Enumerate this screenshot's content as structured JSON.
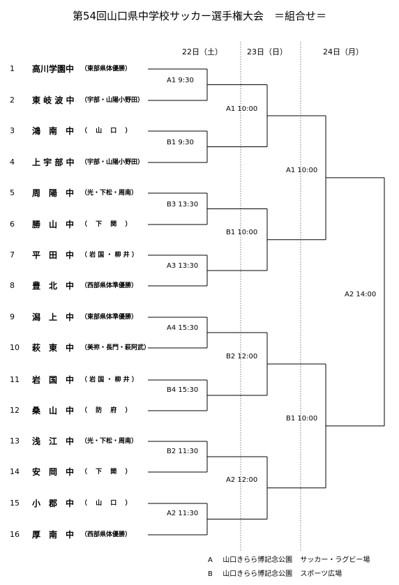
{
  "title": "第54回山口県中学校サッカー選手権大会　＝組合せ＝",
  "days": [
    "22日（土）",
    "23日（日）",
    "24日（月）"
  ],
  "teams": [
    {
      "num": "1",
      "name": "高川学園中",
      "region": "（東部県体優勝）"
    },
    {
      "num": "2",
      "name": "東 岐 波 中",
      "region": "（宇部・山陽小野田）"
    },
    {
      "num": "3",
      "name": "鴻　南　中",
      "region": "（　 山　 口 　）"
    },
    {
      "num": "4",
      "name": "上 宇 部 中",
      "region": "（宇部・山陽小野田）"
    },
    {
      "num": "5",
      "name": "周　陽　中",
      "region": "（光・下松・周南）"
    },
    {
      "num": "6",
      "name": "勝　山　中",
      "region": "（　 下　 関 　）"
    },
    {
      "num": "7",
      "name": "平　田　中",
      "region": "（ 岩 国 ・ 柳 井 ）"
    },
    {
      "num": "8",
      "name": "豊　北　中",
      "region": "（西部県体準優勝）"
    },
    {
      "num": "9",
      "name": "潟　上　中",
      "region": "（東部県体準優勝）"
    },
    {
      "num": "10",
      "name": "萩　東　中",
      "region": "（美祢・長門・萩阿武）"
    },
    {
      "num": "11",
      "name": "岩　国　中",
      "region": "（ 岩 国 ・ 柳 井 ）"
    },
    {
      "num": "12",
      "name": "桑　山　中",
      "region": "（　 防　 府 　）"
    },
    {
      "num": "13",
      "name": "浅　江　中",
      "region": "（光・下松・周南）"
    },
    {
      "num": "14",
      "name": "安　岡　中",
      "region": "（　 下　 関 　）"
    },
    {
      "num": "15",
      "name": "小　郡　中",
      "region": "（　 山　 口 　）"
    },
    {
      "num": "16",
      "name": "厚　南　中",
      "region": "（西部県体優勝）"
    }
  ],
  "round1": [
    "A1 9:30",
    "B1 9:30",
    "B3 13:30",
    "A3 13:30",
    "A4 15:30",
    "B4 15:30",
    "B2 11:30",
    "A2 11:30"
  ],
  "round2": [
    "A1 10:00",
    "B1 10:00",
    "B2 12:00",
    "A2 12:00"
  ],
  "semis": [
    "A1 10:00",
    "B1 10:00"
  ],
  "final": "A2 14:00",
  "legend": [
    {
      "key": "A",
      "venue": "山口きらら博記念公園",
      "facility": "サッカー・ラグビー場"
    },
    {
      "key": "B",
      "venue": "山口きらら博記念公園",
      "facility": "スポーツ広場"
    }
  ]
}
